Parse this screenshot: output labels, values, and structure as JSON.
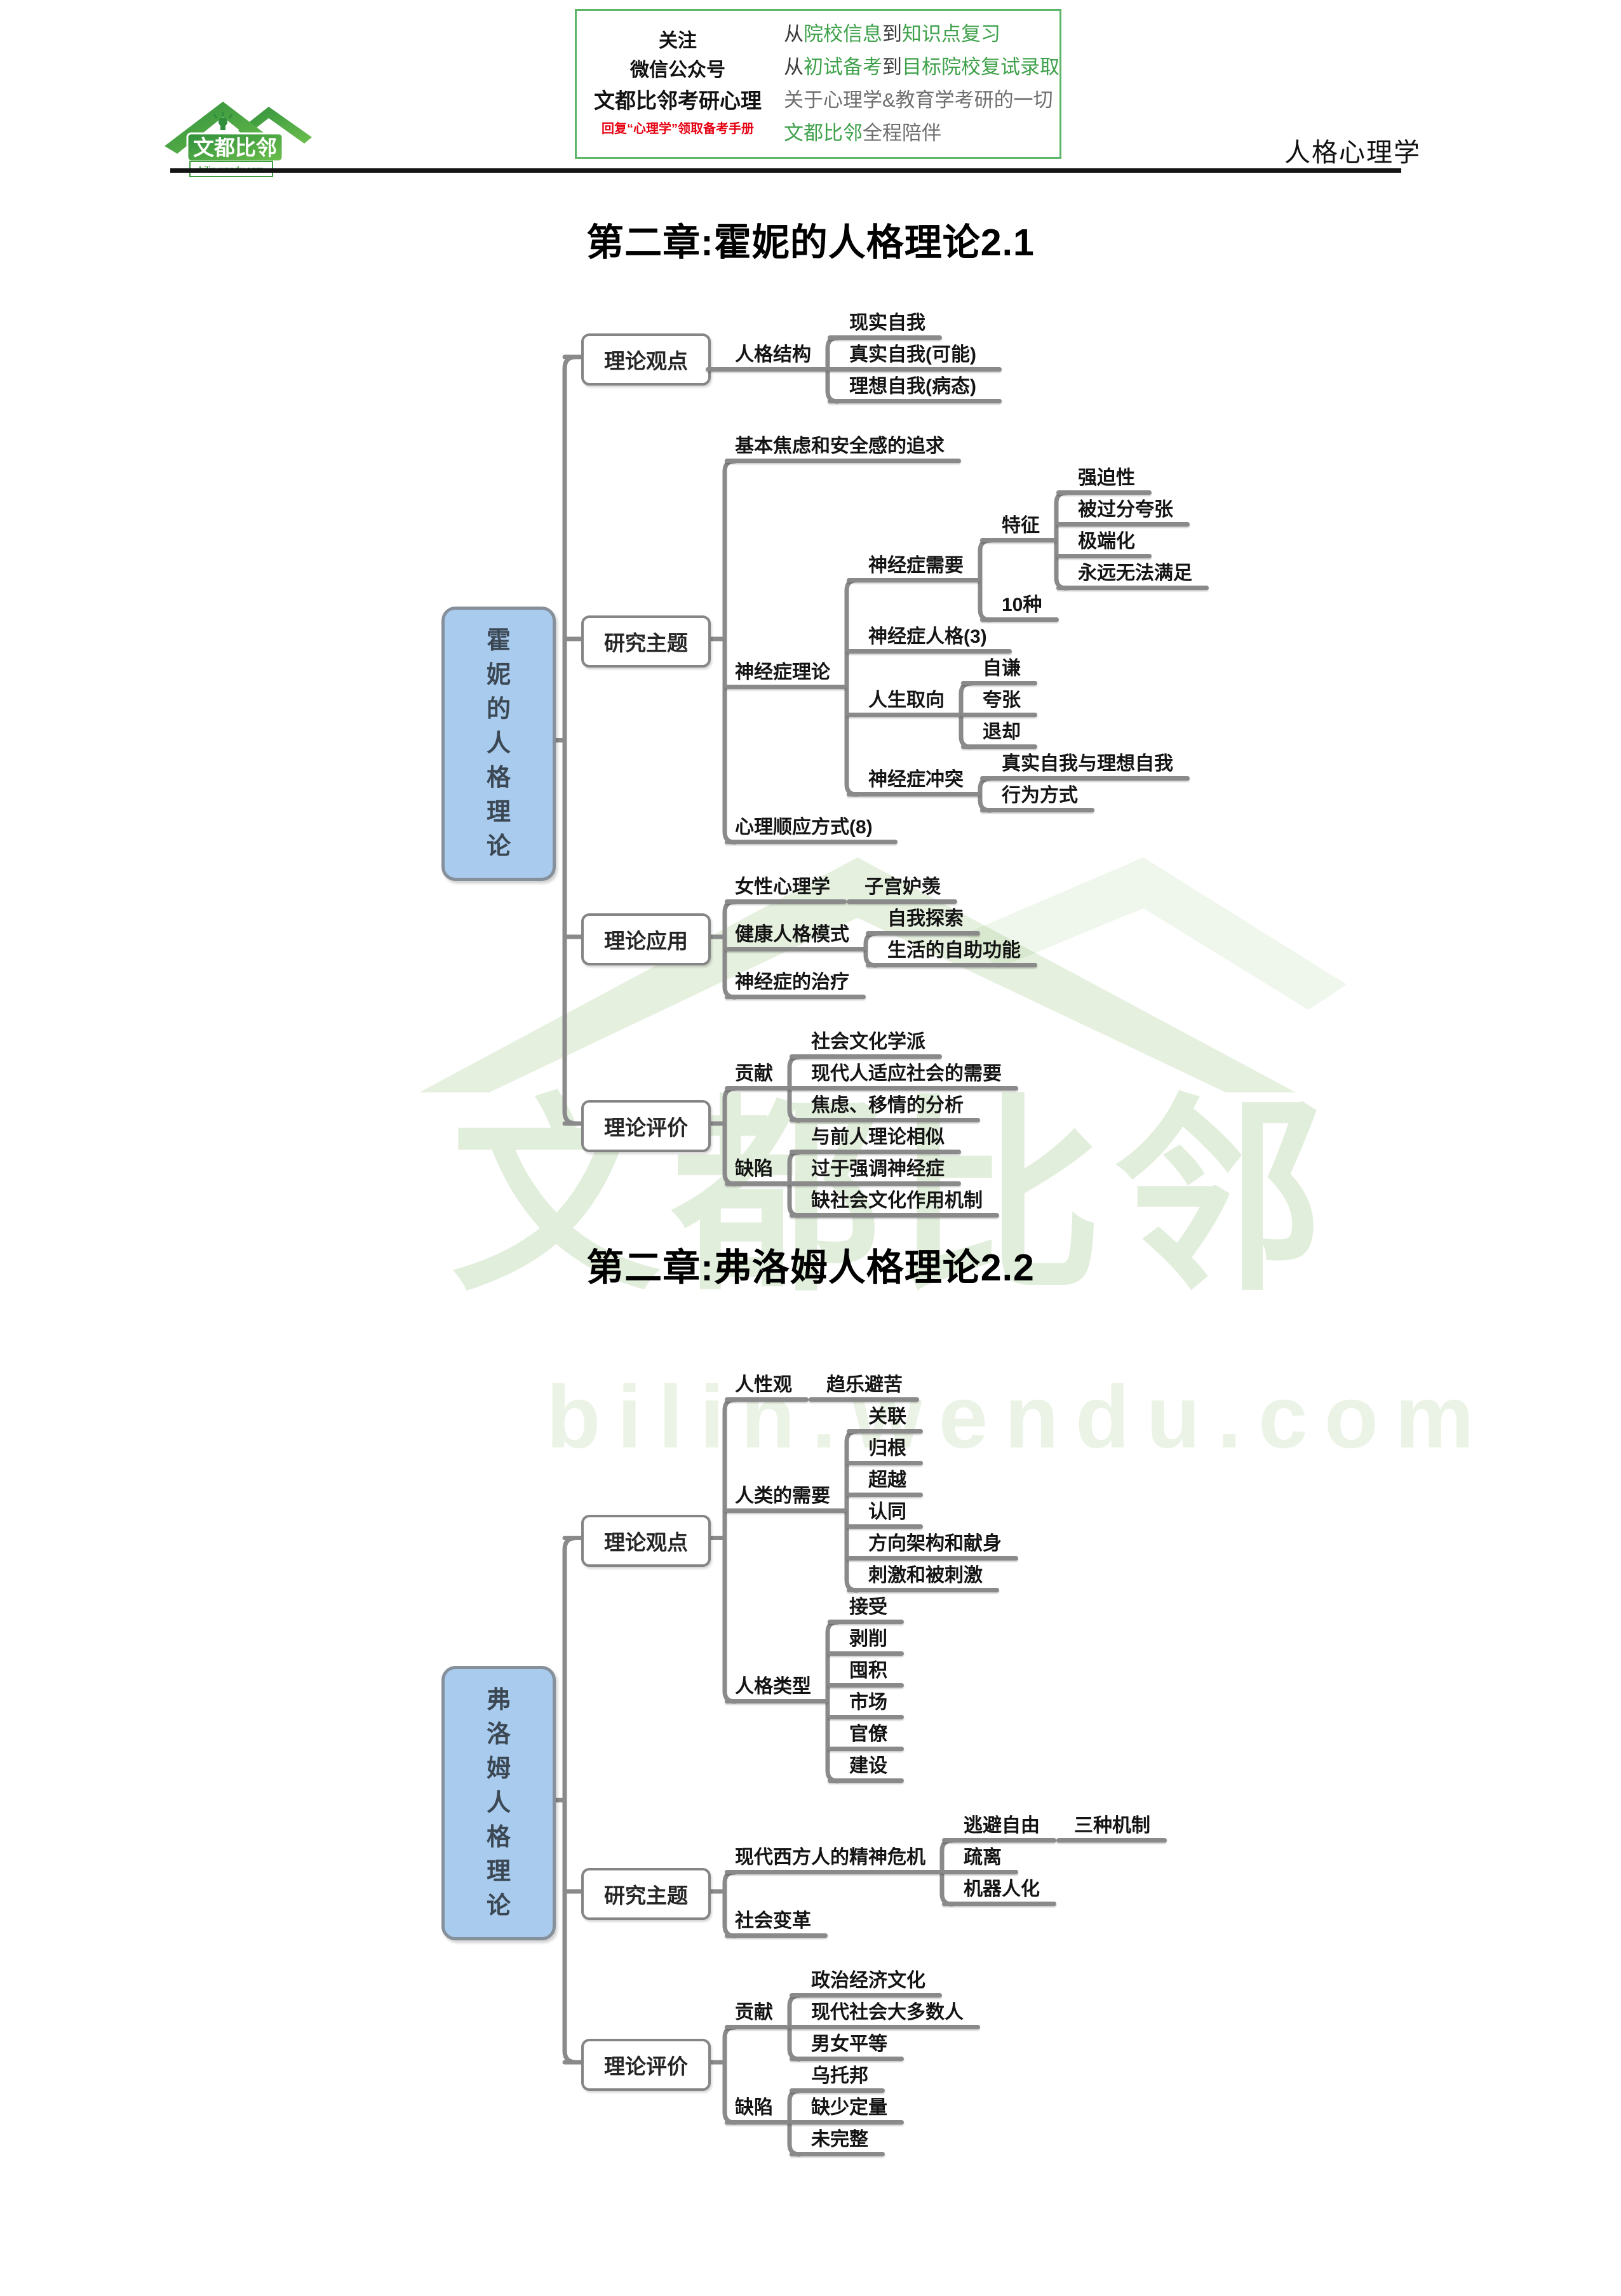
{
  "page": {
    "label": "人格心理学"
  },
  "header": {
    "logo": {
      "brand": "文都比邻",
      "domain": "bilin.wendu.com"
    },
    "follow_box": {
      "line1": "关注",
      "line2": "微信公众号",
      "line3": "文都比邻考研心理",
      "notice": "回复“心理学”领取备考手册",
      "rows": [
        {
          "segs": [
            {
              "t": "从",
              "c": "dark"
            },
            {
              "t": "院校信息",
              "c": "green"
            },
            {
              "t": "到",
              "c": "dark"
            },
            {
              "t": "知识点复习",
              "c": "green"
            }
          ]
        },
        {
          "segs": [
            {
              "t": "从",
              "c": "dark"
            },
            {
              "t": "初试备考",
              "c": "green"
            },
            {
              "t": "到",
              "c": "dark"
            },
            {
              "t": "目标院校复试录取",
              "c": "green"
            }
          ]
        },
        {
          "segs": [
            {
              "t": "关于心理学&教育学考研的一切",
              "c": "gray"
            }
          ]
        },
        {
          "segs": [
            {
              "t": "文都比邻",
              "c": "green"
            },
            {
              "t": "全程陪伴",
              "c": "gray"
            }
          ]
        }
      ]
    }
  },
  "watermark": {
    "brand": "文都比邻",
    "domain": "bilin.wendu.com"
  },
  "colors": {
    "accent_green": "#3fa14b",
    "notice_red": "#e60012",
    "root_fill": "#a9cbee",
    "line_gray": "#8a8a8a",
    "border_gray": "#858585"
  },
  "sections": [
    {
      "title": "第二章:霍妮的人格理论2.1",
      "tree": {
        "label": "霍妮的人格理论",
        "children": [
          {
            "label": "理论观点",
            "children": [
              {
                "label": "人格结构",
                "children": [
                  {
                    "label": "现实自我"
                  },
                  {
                    "label": "真实自我(可能)"
                  },
                  {
                    "label": "理想自我(病态)"
                  }
                ]
              }
            ]
          },
          {
            "label": "研究主题",
            "children": [
              {
                "label": "基本焦虑和安全感的追求"
              },
              {
                "label": "神经症理论",
                "children": [
                  {
                    "label": "神经症需要",
                    "children": [
                      {
                        "label": "特征",
                        "children": [
                          {
                            "label": "强迫性"
                          },
                          {
                            "label": "被过分夸张"
                          },
                          {
                            "label": "极端化"
                          },
                          {
                            "label": "永远无法满足"
                          }
                        ]
                      },
                      {
                        "label": "10种"
                      }
                    ]
                  },
                  {
                    "label": "神经症人格(3)"
                  },
                  {
                    "label": "人生取向",
                    "children": [
                      {
                        "label": "自谦"
                      },
                      {
                        "label": "夸张"
                      },
                      {
                        "label": "退却"
                      }
                    ]
                  },
                  {
                    "label": "神经症冲突",
                    "children": [
                      {
                        "label": "真实自我与理想自我"
                      },
                      {
                        "label": "行为方式"
                      }
                    ]
                  }
                ]
              },
              {
                "label": "心理顺应方式(8)"
              }
            ]
          },
          {
            "label": "理论应用",
            "children": [
              {
                "label": "女性心理学",
                "children": [
                  {
                    "label": "子宫妒羡"
                  }
                ]
              },
              {
                "label": "健康人格模式",
                "children": [
                  {
                    "label": "自我探索"
                  },
                  {
                    "label": "生活的自助功能"
                  }
                ]
              },
              {
                "label": "神经症的治疗"
              }
            ]
          },
          {
            "label": "理论评价",
            "children": [
              {
                "label": "贡献",
                "children": [
                  {
                    "label": "社会文化学派"
                  },
                  {
                    "label": "现代人适应社会的需要"
                  },
                  {
                    "label": "焦虑、移情的分析"
                  }
                ]
              },
              {
                "label": "缺陷",
                "children": [
                  {
                    "label": "与前人理论相似"
                  },
                  {
                    "label": "过于强调神经症"
                  },
                  {
                    "label": "缺社会文化作用机制"
                  }
                ]
              }
            ]
          }
        ]
      }
    },
    {
      "title": "第二章:弗洛姆人格理论2.2",
      "tree": {
        "label": "弗洛姆人格理论",
        "children": [
          {
            "label": "理论观点",
            "children": [
              {
                "label": "人性观",
                "children": [
                  {
                    "label": "趋乐避苦"
                  }
                ]
              },
              {
                "label": "人类的需要",
                "children": [
                  {
                    "label": "关联"
                  },
                  {
                    "label": "归根"
                  },
                  {
                    "label": "超越"
                  },
                  {
                    "label": "认同"
                  },
                  {
                    "label": "方向架构和献身"
                  },
                  {
                    "label": "刺激和被刺激"
                  }
                ]
              },
              {
                "label": "人格类型",
                "children": [
                  {
                    "label": "接受"
                  },
                  {
                    "label": "剥削"
                  },
                  {
                    "label": "囤积"
                  },
                  {
                    "label": "市场"
                  },
                  {
                    "label": "官僚"
                  },
                  {
                    "label": "建设"
                  }
                ]
              }
            ]
          },
          {
            "label": "研究主题",
            "children": [
              {
                "label": "现代西方人的精神危机",
                "children": [
                  {
                    "label": "逃避自由",
                    "children": [
                      {
                        "label": "三种机制"
                      }
                    ]
                  },
                  {
                    "label": "疏离"
                  },
                  {
                    "label": "机器人化"
                  }
                ]
              },
              {
                "label": "社会变革"
              }
            ]
          },
          {
            "label": "理论评价",
            "children": [
              {
                "label": "贡献",
                "children": [
                  {
                    "label": "政治经济文化"
                  },
                  {
                    "label": "现代社会大多数人"
                  },
                  {
                    "label": "男女平等"
                  }
                ]
              },
              {
                "label": "缺陷",
                "children": [
                  {
                    "label": "乌托邦"
                  },
                  {
                    "label": "缺少定量"
                  },
                  {
                    "label": "未完整"
                  }
                ]
              }
            ]
          }
        ]
      }
    }
  ]
}
